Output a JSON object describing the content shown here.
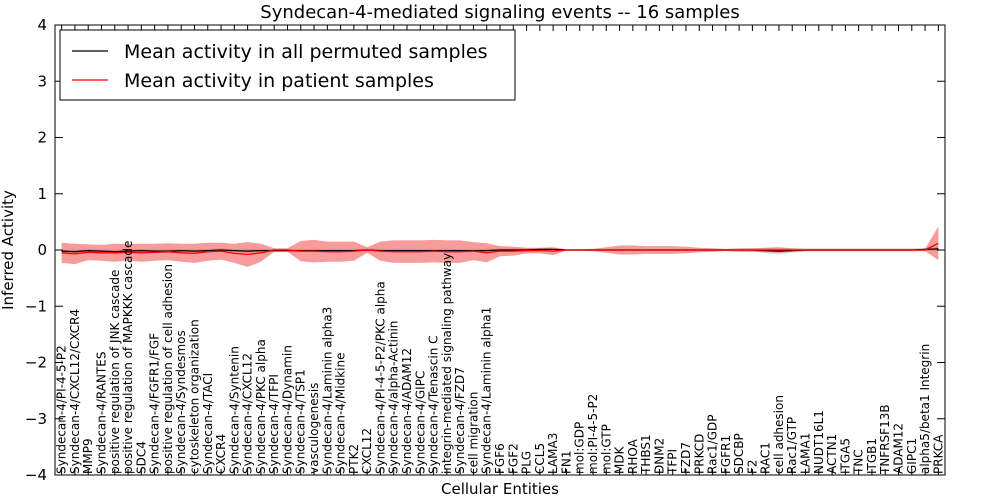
{
  "chart_data": {
    "type": "line",
    "title": "Syndecan-4-mediated signaling events -- 16 samples",
    "xlabel": "Cellular Entities",
    "ylabel": "Inferred Activity",
    "ylim": [
      -4,
      4
    ],
    "yticks": [
      "−4",
      "−3",
      "−2",
      "−1",
      "0",
      "1",
      "2",
      "3",
      "4"
    ],
    "grid": false,
    "legend_position": "top-left",
    "categories": [
      "Syndecan-4/PI-4-5-P2",
      "Syndecan-4/CXCL12/CXCR4",
      "MMP9",
      "Syndecan-4/RANTES",
      "positive regulation of JNK cascade",
      "positive regulation of MAPKKK cascade",
      "SDC4",
      "Syndecan-4/FGFR1/FGF",
      "positive regulation of cell adhesion",
      "Syndecan-4/Syndesmos",
      "cytoskeleton organization",
      "Syndecan-4/TACI",
      "CXCR4",
      "Syndecan-4/Syntenin",
      "Syndecan-4/CXCL12",
      "Syndecan-4/PKC alpha",
      "Syndecan-4/TFPI",
      "Syndecan-4/Dynamin",
      "Syndecan-4/TSP1",
      "vasculogenesis",
      "Syndecan-4/Laminin alpha3",
      "Syndecan-4/Midkine",
      "PTK2",
      "CXCL12",
      "Syndecan-4/PI-4-5-P2/PKC alpha",
      "Syndecan-4/alpha-Actinin",
      "Syndecan-4/ADAM12",
      "Syndecan-4/GIPC",
      "Syndecan-4/Tenascin C",
      "integrin-mediated signaling pathway",
      "Syndecan-4/FZD7",
      "cell migration",
      "Syndecan-4/Laminin alpha1",
      "FGF6",
      "FGF2",
      "PLG",
      "CCL5",
      "LAMA3",
      "FN1",
      "mol:GDP",
      "mol:PI-4-5-P2",
      "mol:GTP",
      "MDK",
      "RHOA",
      "THBS1",
      "DNM2",
      "TFPI",
      "FZD7",
      "PRKCD",
      "Rac1/GDP",
      "FGFR1",
      "SDCBP",
      "F2",
      "RAC1",
      "cell adhesion",
      "Rac1/GTP",
      "LAMA1",
      "NUDT16L1",
      "ACTN1",
      "ITGA5",
      "TNC",
      "ITGB1",
      "TNFRSF13B",
      "ADAM12",
      "GIPC1",
      "alpha5/beta1 Integrin",
      "PRKCA"
    ],
    "series": [
      {
        "name": "Mean activity in all permuted samples",
        "color": "#000000",
        "values": [
          -0.02,
          -0.03,
          -0.01,
          -0.02,
          -0.03,
          -0.02,
          -0.01,
          -0.02,
          -0.02,
          -0.01,
          -0.02,
          -0.01,
          0.0,
          -0.01,
          -0.02,
          -0.01,
          -0.01,
          -0.01,
          -0.01,
          -0.01,
          -0.01,
          -0.01,
          -0.01,
          0.0,
          -0.01,
          -0.01,
          -0.01,
          -0.01,
          -0.01,
          -0.01,
          -0.01,
          -0.01,
          -0.01,
          0.0,
          0.0,
          0.0,
          0.01,
          0.01,
          0.0,
          0.0,
          0.0,
          0.0,
          0.0,
          0.0,
          0.0,
          0.0,
          0.0,
          0.0,
          0.0,
          0.0,
          0.0,
          0.0,
          0.0,
          -0.01,
          -0.02,
          -0.01,
          0.0,
          0.0,
          0.0,
          0.0,
          0.0,
          0.0,
          0.0,
          0.0,
          0.0,
          0.01,
          0.02
        ],
        "band": [
          0.02,
          0.04,
          0.03,
          0.03,
          0.04,
          0.03,
          0.03,
          0.03,
          0.03,
          0.03,
          0.03,
          0.03,
          0.03,
          0.03,
          0.04,
          0.03,
          0.03,
          0.03,
          0.03,
          0.03,
          0.03,
          0.03,
          0.03,
          0.03,
          0.03,
          0.03,
          0.03,
          0.03,
          0.03,
          0.03,
          0.03,
          0.03,
          0.03,
          0.03,
          0.03,
          0.03,
          0.03,
          0.03,
          0.02,
          0.02,
          0.02,
          0.02,
          0.02,
          0.02,
          0.02,
          0.02,
          0.02,
          0.02,
          0.02,
          0.02,
          0.02,
          0.02,
          0.03,
          0.05,
          0.06,
          0.04,
          0.03,
          0.03,
          0.03,
          0.03,
          0.03,
          0.03,
          0.03,
          0.03,
          0.03,
          0.03,
          0.04
        ]
      },
      {
        "name": "Mean activity in patient samples",
        "color": "#ff0000",
        "values": [
          -0.05,
          -0.07,
          -0.04,
          -0.05,
          -0.05,
          -0.04,
          -0.05,
          -0.04,
          -0.03,
          -0.05,
          -0.06,
          -0.03,
          -0.02,
          -0.06,
          -0.08,
          -0.05,
          0.0,
          0.0,
          -0.02,
          -0.02,
          -0.03,
          -0.03,
          -0.02,
          0.0,
          -0.02,
          -0.03,
          -0.03,
          -0.03,
          -0.02,
          -0.03,
          -0.03,
          -0.02,
          -0.05,
          -0.02,
          -0.02,
          -0.01,
          -0.01,
          -0.02,
          0.0,
          0.0,
          0.0,
          0.0,
          0.0,
          0.0,
          0.0,
          0.0,
          0.0,
          0.0,
          0.0,
          0.0,
          0.0,
          0.0,
          0.0,
          0.0,
          0.0,
          0.0,
          0.0,
          0.0,
          0.0,
          0.0,
          0.0,
          0.0,
          0.0,
          0.0,
          0.0,
          0.0,
          0.12
        ],
        "band": [
          0.18,
          0.18,
          0.14,
          0.14,
          0.16,
          0.15,
          0.16,
          0.15,
          0.15,
          0.16,
          0.17,
          0.16,
          0.15,
          0.17,
          0.22,
          0.16,
          0.03,
          0.03,
          0.18,
          0.2,
          0.18,
          0.18,
          0.17,
          0.05,
          0.17,
          0.2,
          0.2,
          0.2,
          0.2,
          0.2,
          0.2,
          0.16,
          0.17,
          0.09,
          0.08,
          0.05,
          0.05,
          0.07,
          0.01,
          0.01,
          0.02,
          0.05,
          0.08,
          0.08,
          0.07,
          0.07,
          0.07,
          0.06,
          0.04,
          0.03,
          0.02,
          0.03,
          0.03,
          0.04,
          0.05,
          0.03,
          0.02,
          0.02,
          0.02,
          0.02,
          0.02,
          0.02,
          0.02,
          0.02,
          0.02,
          0.02,
          0.3
        ]
      }
    ]
  }
}
